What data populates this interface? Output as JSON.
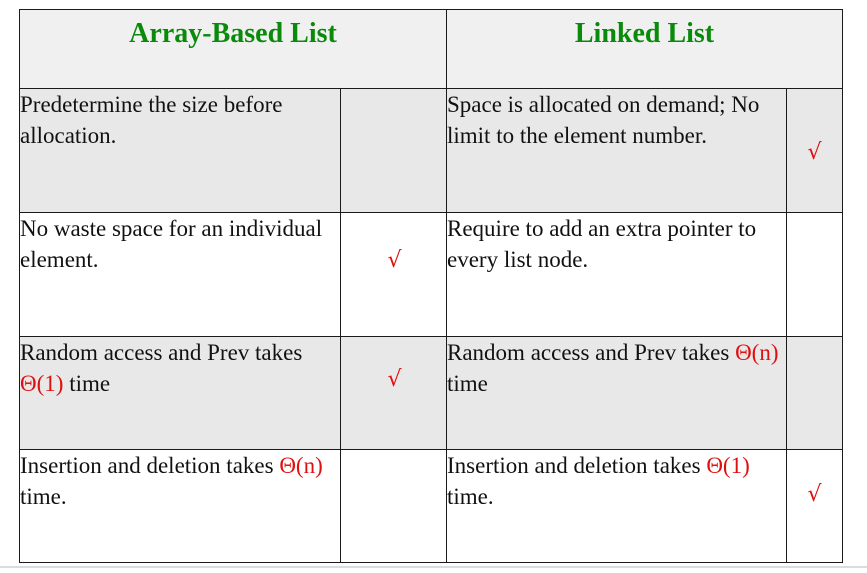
{
  "headers": {
    "array": "Array-Based List",
    "linked": "Linked List"
  },
  "check_symbol": "√",
  "colors": {
    "header_text": "#0a8a0a",
    "highlight": "#e01010",
    "grey_row": "#e8e8e8"
  },
  "rows": [
    {
      "array_text": "Predetermine the size before allocation.",
      "array_checked": false,
      "linked_text": "Space is allocated on demand; No limit to the element number.",
      "linked_checked": true
    },
    {
      "array_text": "No waste space for an individual element.",
      "array_checked": true,
      "linked_text": "Require to add an extra pointer to every list node.",
      "linked_checked": false
    },
    {
      "array_text_pre": "Random access and Prev takes ",
      "array_text_highlight": "Θ(1)",
      "array_text_post": " time",
      "array_checked": true,
      "linked_text_pre": "Random access and Prev takes ",
      "linked_text_highlight": "Θ(n)",
      "linked_text_post": " time",
      "linked_checked": false
    },
    {
      "array_text_pre": "Insertion and deletion takes ",
      "array_text_highlight": "Θ(n)",
      "array_text_post": " time.",
      "array_checked": false,
      "linked_text_pre": "Insertion and deletion takes ",
      "linked_text_highlight": "Θ(1)",
      "linked_text_post": " time.",
      "linked_checked": true
    }
  ]
}
